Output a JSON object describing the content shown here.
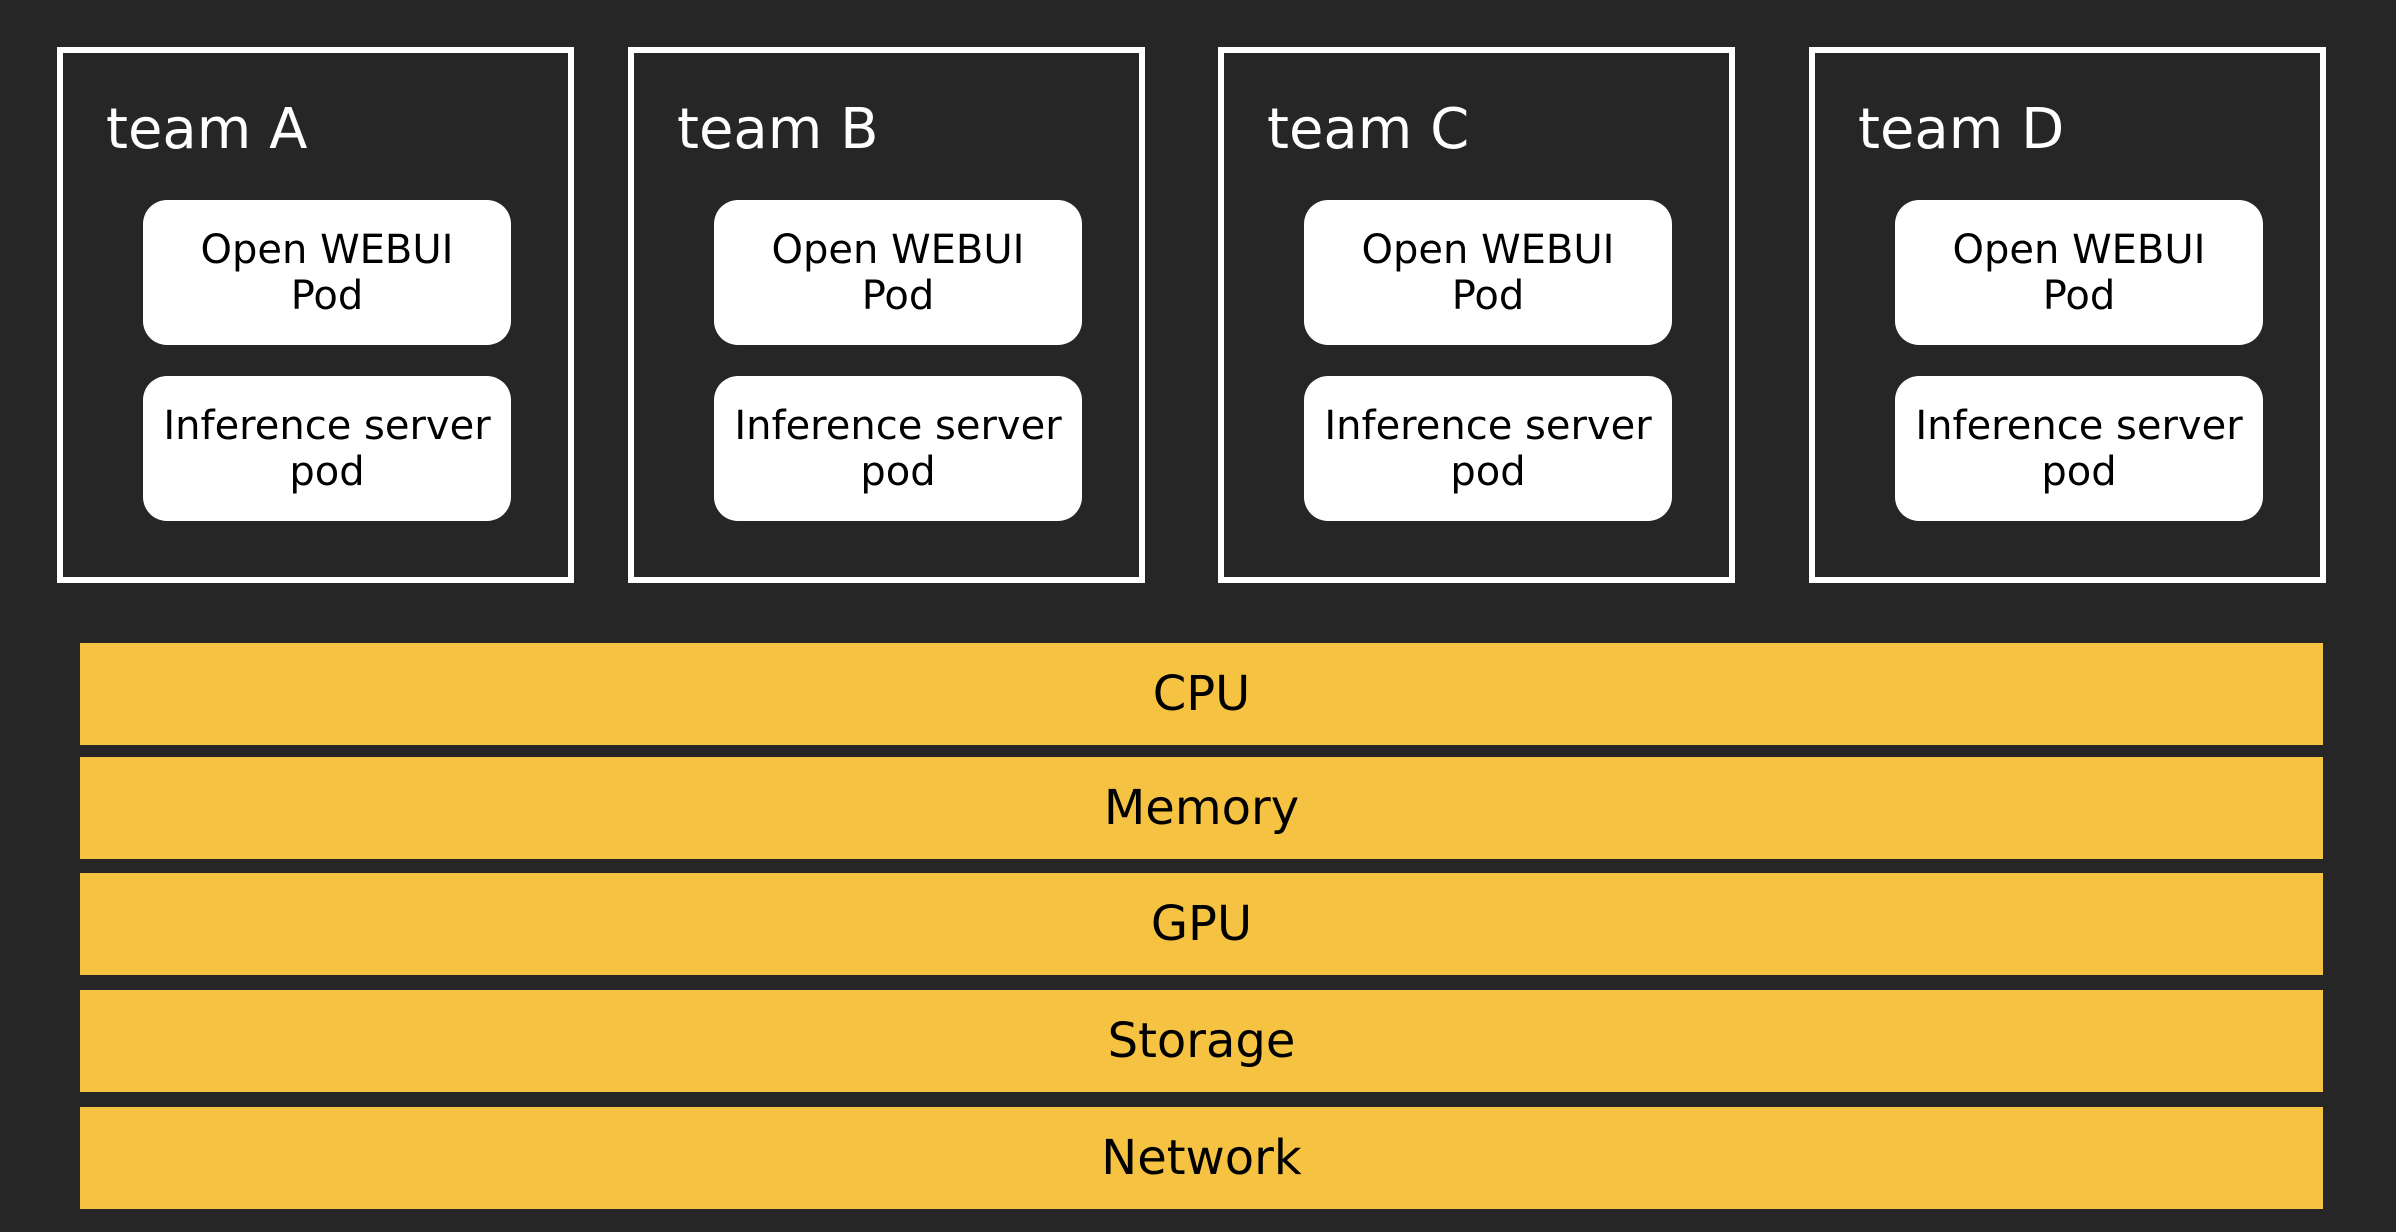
{
  "teams": [
    {
      "title": "team A",
      "webui_pod": [
        "Open WEBUI",
        "Pod"
      ],
      "inference_pod": [
        "Inference server",
        "pod"
      ]
    },
    {
      "title": "team B",
      "webui_pod": [
        "Open WEBUI",
        "Pod"
      ],
      "inference_pod": [
        "Inference server",
        "pod"
      ]
    },
    {
      "title": "team C",
      "webui_pod": [
        "Open WEBUI",
        "Pod"
      ],
      "inference_pod": [
        "Inference server",
        "pod"
      ]
    },
    {
      "title": "team D",
      "webui_pod": [
        "Open WEBUI",
        "Pod"
      ],
      "inference_pod": [
        "Inference server",
        "pod"
      ]
    }
  ],
  "layers": [
    "CPU",
    "Memory",
    "GPU",
    "Storage",
    "Network"
  ],
  "colors": {
    "background": "#262626",
    "team_border": "#ffffff",
    "pod_fill": "#ffffff",
    "layer_fill": "#f5c242"
  }
}
